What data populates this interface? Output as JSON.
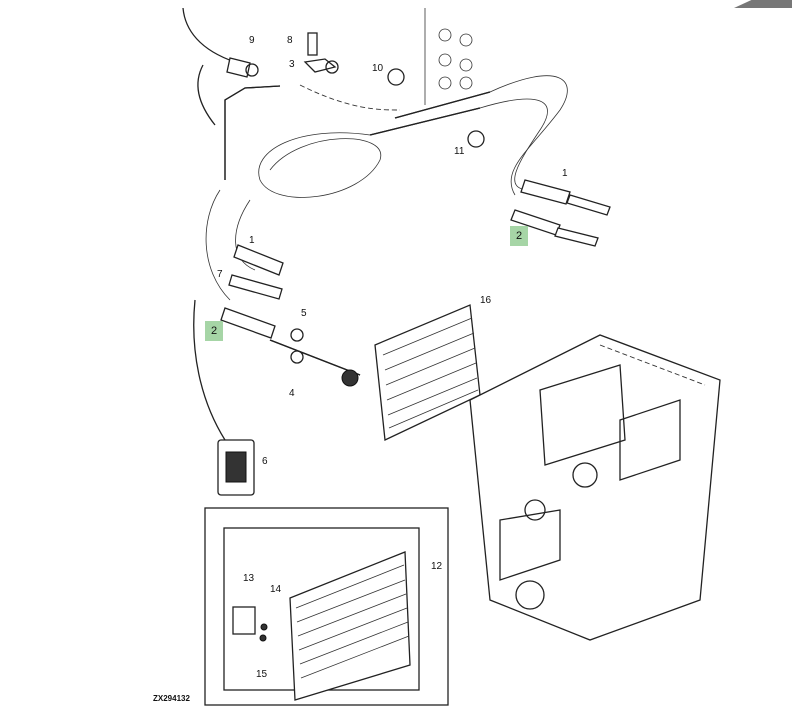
{
  "diagram": {
    "callouts": [
      {
        "id": "9",
        "label": "9"
      },
      {
        "id": "8",
        "label": "8"
      },
      {
        "id": "3",
        "label": "3"
      },
      {
        "id": "10",
        "label": "10"
      },
      {
        "id": "11",
        "label": "11"
      },
      {
        "id": "1a",
        "label": "1"
      },
      {
        "id": "2a",
        "label": "2",
        "highlighted": true
      },
      {
        "id": "1b",
        "label": "1"
      },
      {
        "id": "7",
        "label": "7"
      },
      {
        "id": "2b",
        "label": "2",
        "highlighted": true
      },
      {
        "id": "5",
        "label": "5"
      },
      {
        "id": "4",
        "label": "4"
      },
      {
        "id": "16",
        "label": "16"
      },
      {
        "id": "6",
        "label": "6"
      },
      {
        "id": "12",
        "label": "12"
      },
      {
        "id": "13",
        "label": "13"
      },
      {
        "id": "14",
        "label": "14"
      },
      {
        "id": "15",
        "label": "15"
      }
    ],
    "figure_code": "ZX294132",
    "highlight_color": "#a6d5a6"
  }
}
